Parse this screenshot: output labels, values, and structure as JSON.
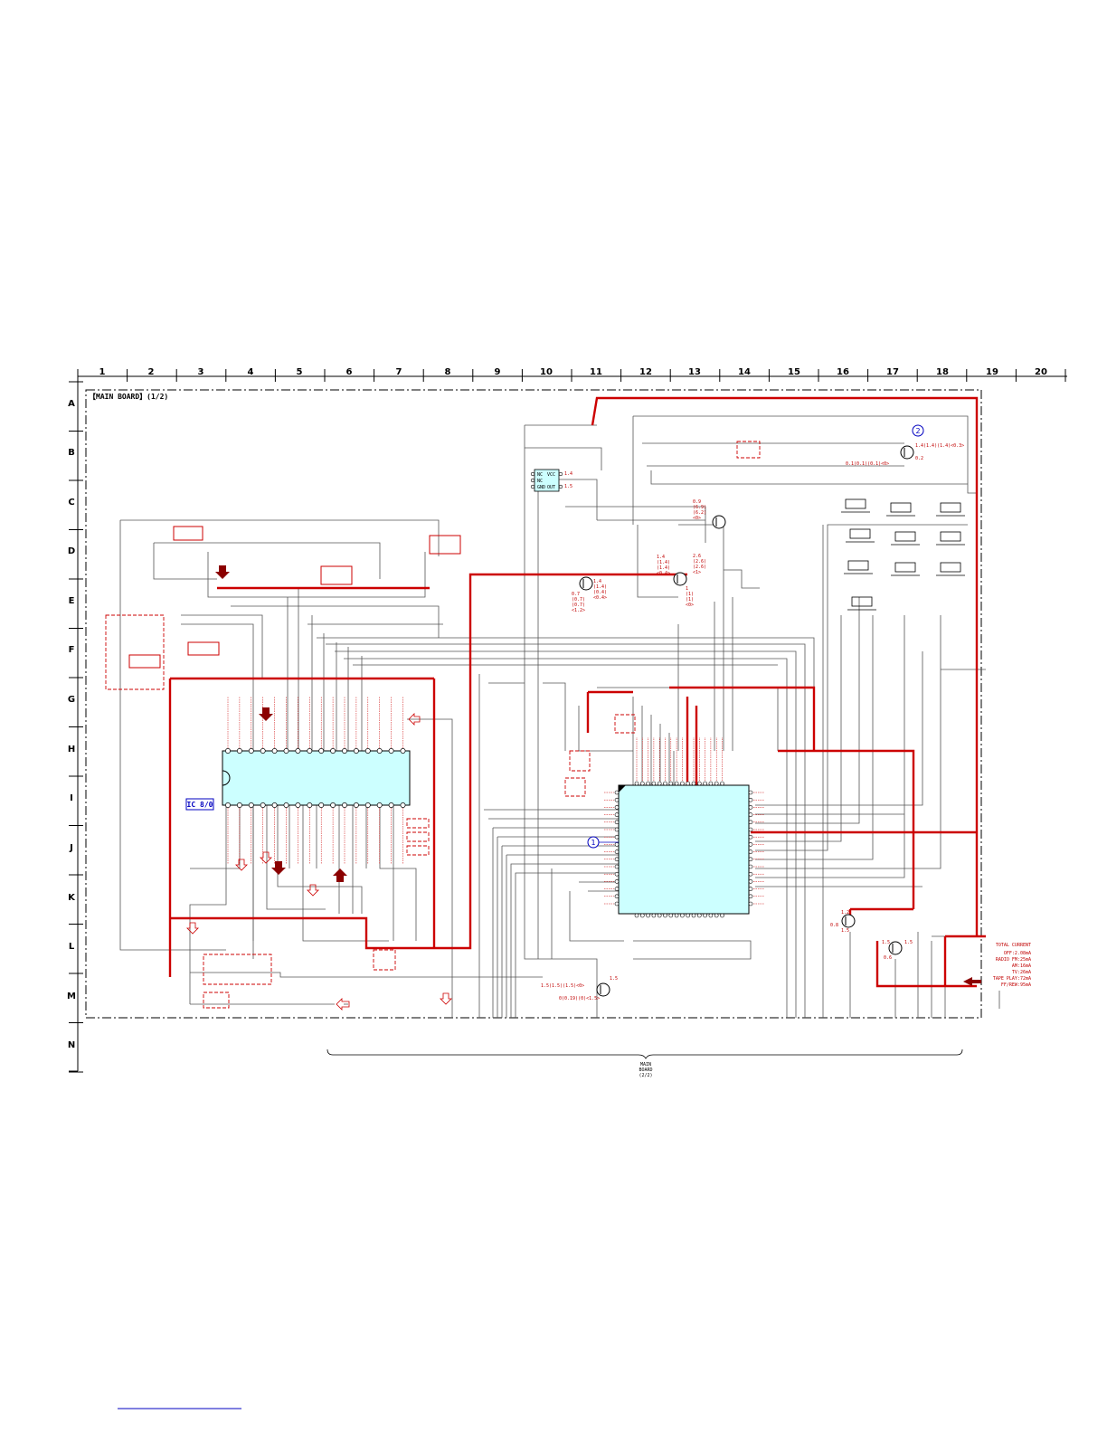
{
  "board_title": "【MAIN BOARD】(1/2)",
  "ic_label": "IC 8/0",
  "marker_1": "1",
  "marker_2": "2",
  "small_ic": {
    "pins_left": [
      "NC",
      "NC",
      "GND"
    ],
    "pins_right": [
      "VCC",
      "OUT"
    ]
  },
  "columns": [
    "1",
    "2",
    "3",
    "4",
    "5",
    "6",
    "7",
    "8",
    "9",
    "10",
    "11",
    "12",
    "13",
    "14",
    "15",
    "16",
    "17",
    "18",
    "19",
    "20"
  ],
  "rows": [
    "A",
    "B",
    "C",
    "D",
    "E",
    "F",
    "G",
    "H",
    "I",
    "J",
    "K",
    "L",
    "M",
    "N"
  ],
  "bottom_label": [
    "MAIN",
    "BOARD",
    "(2/2)"
  ],
  "total_current": {
    "heading": "TOTAL CURRENT",
    "lines": [
      "OFF:2.08mA",
      "RADIO FM:25mA",
      "AM:16mA",
      "TV:26mA",
      "TAPE PLAY:72mA",
      "FF/REW:95mA"
    ]
  },
  "transistor_voltages": {
    "q_b": "1.4(1.4)(1.4)<0.3>",
    "q_b2": "0.2",
    "q_b3": "0.1(0.1)(0.1)<0>",
    "q_top_mid": [
      "0.9",
      "(6.9)",
      "(6.2)",
      "<0>"
    ],
    "q_e_left": [
      "1.4",
      "(1.4)",
      "(0.4)",
      "<0.4>"
    ],
    "q_e_left2": [
      "0.7",
      "(0.7)",
      "(0.7)",
      "<1.2>"
    ],
    "q_e_mid": [
      "1.4",
      "(1.4)",
      "(1.4)",
      "<0.4>"
    ],
    "q_e_mid2": [
      "2.6",
      "(2.6)",
      "(2.6)",
      "<1>"
    ],
    "q_e_mid3": [
      "1",
      "(1)",
      "(1)",
      "<0>"
    ],
    "q_m": "1.5(1.5)(1.5)<0>",
    "q_m2": "0(0.19)(0)<1.5>",
    "q_m3": "1.5",
    "q_l": [
      "1.2",
      "0.8",
      "1.5"
    ],
    "q_l2": [
      "1.5",
      "0.6",
      "1.5"
    ],
    "small_ic_out": [
      "1.4",
      "1.5"
    ]
  }
}
